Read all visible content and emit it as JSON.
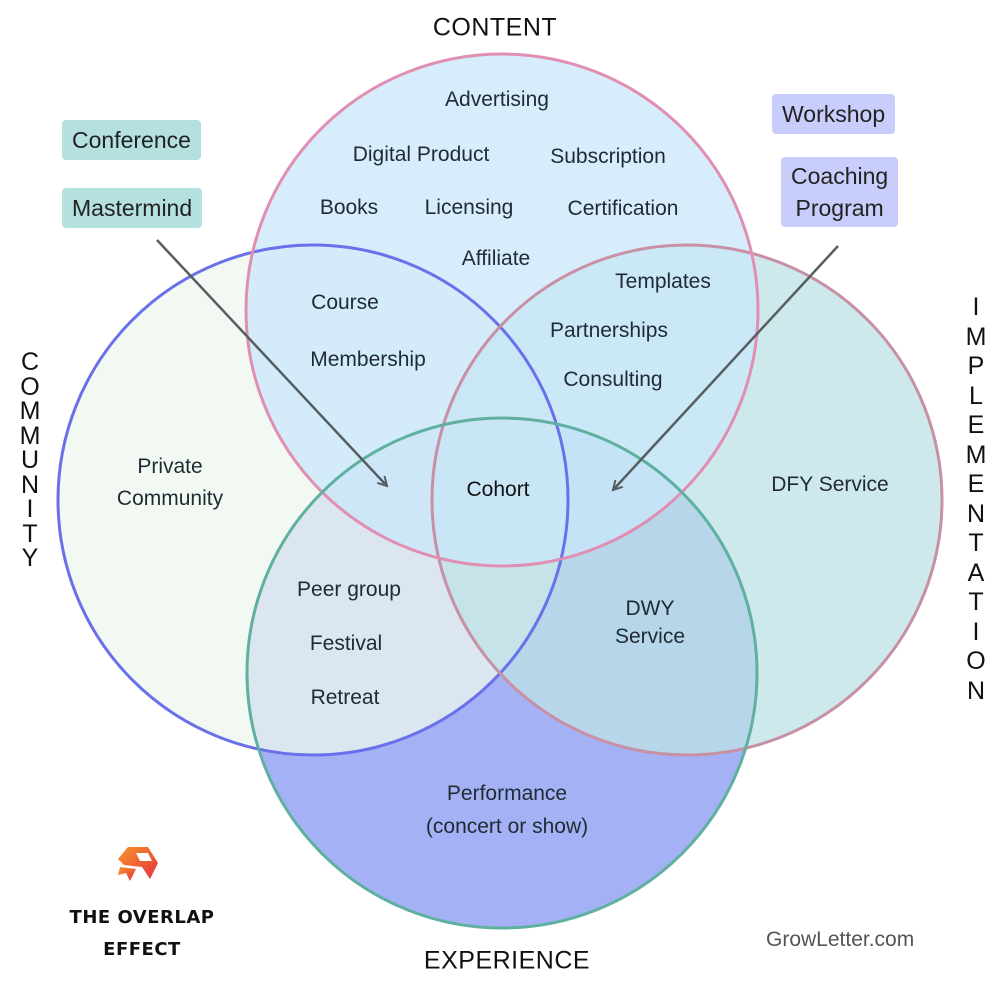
{
  "title": "THE OVERLAP EFFECT",
  "credit": "GrowLetter.com",
  "colors": {
    "content_fill": "#c9e7fb",
    "content_stroke": "#e08fb3",
    "community_fill": "#eef7ee",
    "community_stroke": "#6a70ea",
    "implementation_fill": "#bde2e6",
    "implementation_stroke": "#c890a4",
    "experience_fill": "#a4b2f5",
    "experience_stroke": "#5fb0a0",
    "tag_teal": "#b5e0e0",
    "tag_violet": "#c9cdfb",
    "arrow": "#555e60",
    "logo_orange": "#f5792a",
    "logo_red": "#e8333a"
  },
  "sets": {
    "content": "CONTENT",
    "community": "COMMUNITY",
    "implementation": "IMPLEMENTATION",
    "experience": "EXPERIENCE"
  },
  "regions": {
    "content_only": [
      "Advertising",
      "Digital Product",
      "Subscription",
      "Books",
      "Licensing",
      "Certification",
      "Affiliate"
    ],
    "content_community": [
      "Course",
      "Membership"
    ],
    "content_implementation": [
      "Templates",
      "Partnerships",
      "Consulting"
    ],
    "community_only": [
      "Private",
      "Community"
    ],
    "implementation_only": [
      "DFY Service"
    ],
    "all_center": [
      "Cohort"
    ],
    "community_experience": [
      "Peer group",
      "Festival",
      "Retreat"
    ],
    "implementation_experience": [
      "DWY",
      "Service"
    ],
    "experience_only": [
      "Performance",
      "(concert or show)"
    ]
  },
  "callouts": {
    "left": [
      "Conference",
      "Mastermind"
    ],
    "right": [
      "Workshop",
      "Coaching",
      "Program"
    ]
  }
}
